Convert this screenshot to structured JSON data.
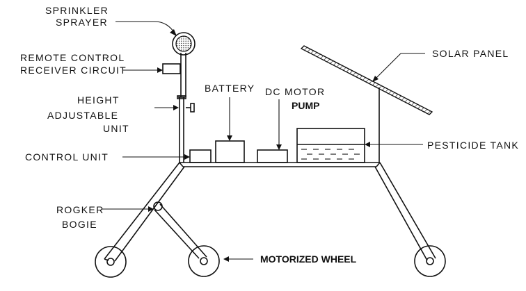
{
  "labels": {
    "sprinkler_1": "SPRINKLER",
    "sprinkler_2": "SPRAYER",
    "remote_1": "REMOTE  CONTROL",
    "remote_2": "RECEIVER CIRCUIT",
    "height_1": "HEIGHT",
    "height_2": "ADJUSTABLE",
    "height_3": "UNIT",
    "control_unit": "CONTROL  UNIT",
    "rocker_1": "ROGKER",
    "rocker_2": "BOGIE",
    "battery": "BATTERY",
    "dc_motor": "DC  MOTOR",
    "pump": "PUMP",
    "solar_panel": "SOLAR  PANEL",
    "pesticide_tank": "PESTICIDE  TANK",
    "motorized_wheel": "MOTORIZED WHEEL"
  }
}
